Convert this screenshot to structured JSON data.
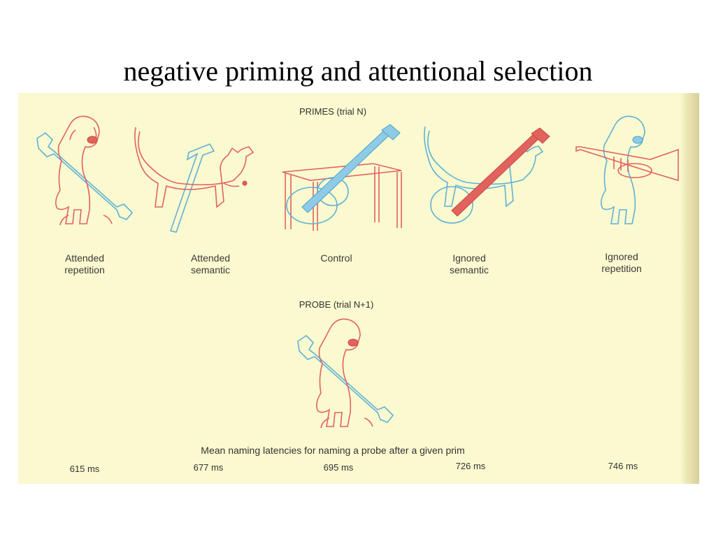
{
  "title": "negative priming and attentional selection",
  "primes_heading": "PRIMES (trial N)",
  "probe_heading": "PROBE (trial N+1)",
  "conditions": [
    {
      "label": "Attended\nrepetition",
      "latency": "615 ms"
    },
    {
      "label": "Attended\nsemantic",
      "latency": "677 ms"
    },
    {
      "label": "Control",
      "latency": "695 ms"
    },
    {
      "label": "Ignored\nsemantic",
      "latency": "726 ms"
    },
    {
      "label": "Ignored\nrepetition",
      "latency": "746 ms"
    }
  ],
  "caption": "Mean naming latencies for naming a probe after a given prim",
  "colors": {
    "attended": "#e2625e",
    "ignored": "#5fb1d6",
    "paper": "#fbf9cf"
  }
}
